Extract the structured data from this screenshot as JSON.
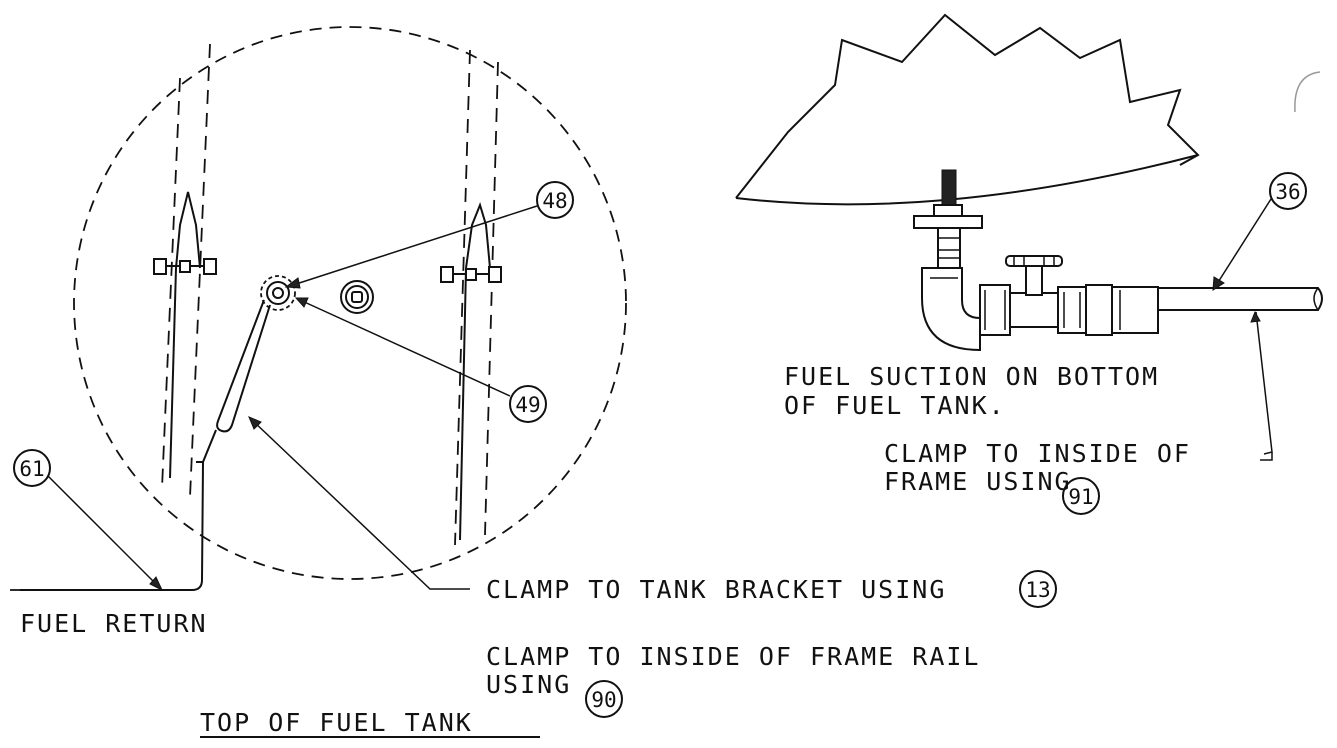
{
  "balloons": {
    "b48": "48",
    "b49": "49",
    "b61": "61",
    "b36": "36",
    "b91": "91",
    "b13": "13",
    "b90": "90"
  },
  "notes": {
    "fuel_suction_line1": "FUEL SUCTION ON BOTTOM",
    "fuel_suction_line2": "OF FUEL TANK.",
    "clamp_frame_line1": "CLAMP TO INSIDE OF",
    "clamp_frame_line2": "FRAME USING",
    "fuel_return": "FUEL RETURN",
    "clamp_tank_bracket": "CLAMP TO TANK BRACKET USING",
    "clamp_frame_rail_line1": "CLAMP TO INSIDE OF FRAME RAIL",
    "clamp_frame_rail_line2": "USING",
    "view_title": "TOP OF FUEL TANK"
  }
}
